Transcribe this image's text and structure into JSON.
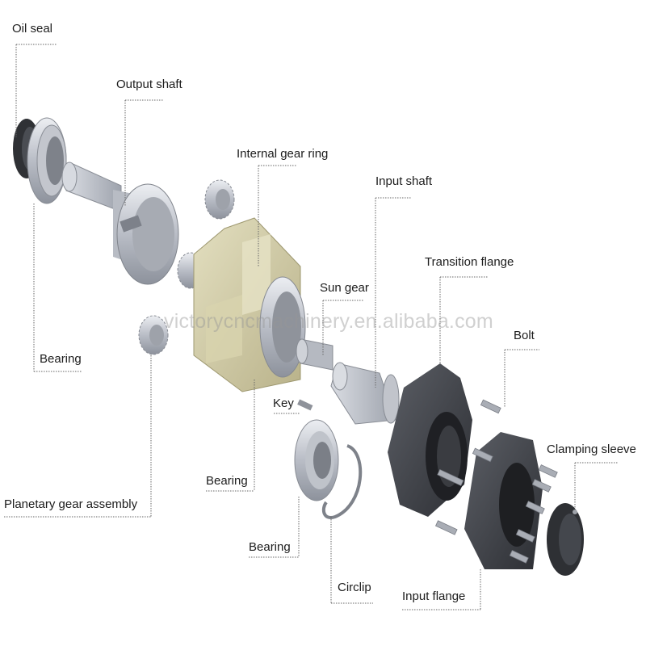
{
  "labels": {
    "oil_seal": "Oil seal",
    "output_shaft": "Output shaft",
    "internal_gear_ring": "Internal gear ring",
    "input_shaft": "Input shaft",
    "transition_flange": "Transition flange",
    "sun_gear": "Sun gear",
    "bolt": "Bolt",
    "bearing_left": "Bearing",
    "key": "Key",
    "clamping_sleeve": "Clamping sleeve",
    "bearing_center": "Bearing",
    "planetary_gear_assembly": "Planetary gear assembly",
    "bearing_lower": "Bearing",
    "circlip": "Circlip",
    "input_flange": "Input flange"
  },
  "watermark": "victorycncmachinery.en.alibaba.com",
  "colors": {
    "leader_line": "#555555",
    "steel_light": "#c9ccd3",
    "steel_dark": "#3e4045",
    "gear_ring_tan": "#cfc9a2"
  }
}
